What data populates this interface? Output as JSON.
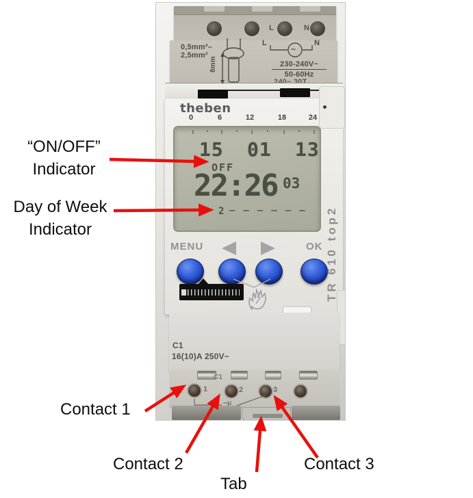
{
  "device": {
    "brand": "theben",
    "model": "TR 610 top2",
    "labels": {
      "l": "L",
      "n": "N"
    },
    "wiring_panel": {
      "wire_size_line1": "0,5mm²–",
      "wire_size_line2": "2,5mm²",
      "strip_length": "8mm",
      "ac_symbol": "~",
      "voltage": "230-240V~",
      "frequency": "50-60Hz",
      "partial_text": "240~  30T"
    },
    "scale": [
      "0",
      "6",
      "12",
      "18",
      "24"
    ],
    "lcd": {
      "date": [
        "15",
        "01",
        "13"
      ],
      "status": "OFF",
      "time": "22:26",
      "seconds": "03",
      "day": "2",
      "day_dashes": "______"
    },
    "keys": {
      "menu": "MENU",
      "ok": "OK"
    },
    "ratings": {
      "channel": "C1",
      "contact_rating": "16(10)A  250V~"
    },
    "bottom_terminals": {
      "channel_label": "C1",
      "numbers": [
        "1",
        "2",
        "3"
      ],
      "mu": "μ"
    }
  },
  "annotations": {
    "on_off_line1": "“ON/OFF”",
    "on_off_line2": "Indicator",
    "dow_line1": "Day of Week",
    "dow_line2": "Indicator",
    "contact1": "Contact 1",
    "contact2": "Contact 2",
    "contact3": "Contact 3",
    "tab": "Tab"
  },
  "colors": {
    "arrow_red": "#e8100c",
    "button_blue": "#2450cf",
    "lcd_background": "#aeb0a1",
    "lcd_digit": "#4a4f42"
  }
}
